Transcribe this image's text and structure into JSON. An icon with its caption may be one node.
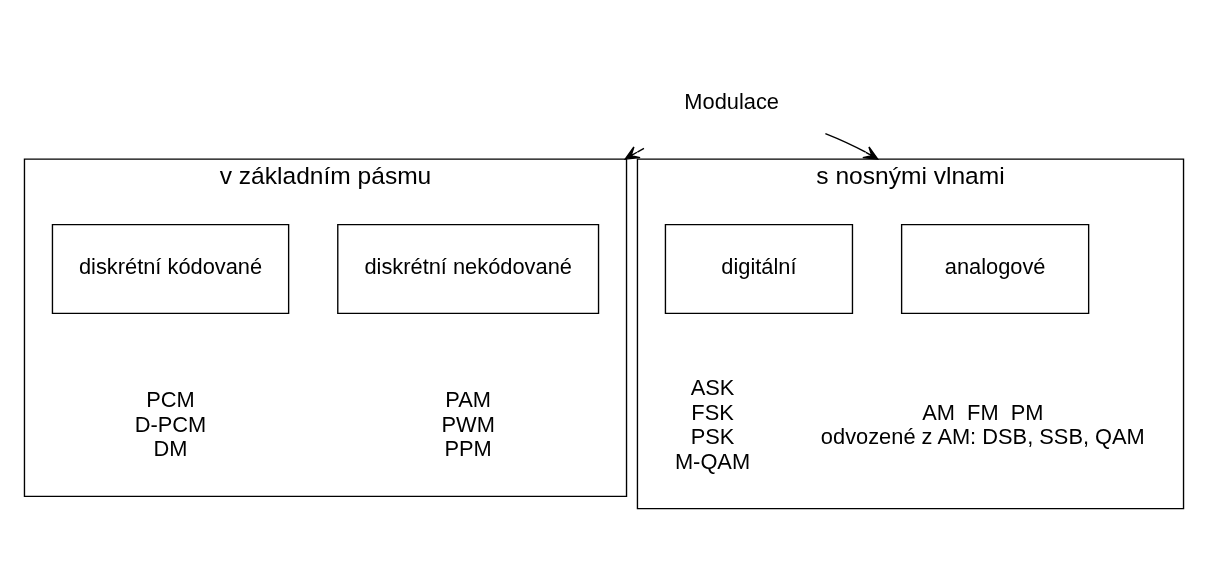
{
  "diagram": {
    "nodes": [
      {
        "text": [
          "Modulace"
        ]
      },
      {
        "text": [
          "v základním pásmu"
        ]
      },
      {
        "text": [
          "diskrétní nekódované"
        ],
        "in": 1,
        "beside": [
          "PAM",
          "PWM",
          "PPM"
        ]
      },
      {
        "text": [
          "diskrétní kódované"
        ],
        "in": 1,
        "beside": [
          "PCM",
          "D-PCM",
          "DM"
        ]
      },
      {
        "text": [
          "s nosnými vlnami"
        ]
      },
      {
        "text": [
          "analogové"
        ],
        "in": 4,
        "beside": [
          "AM  FM  PM",
          "odvozené z AM: DSB, SSB, QAM"
        ]
      },
      {
        "text": [
          "digitální"
        ],
        "in": 4,
        "beside": [
          "ASK",
          "FSK",
          "PSK",
          "M-QAM"
        ]
      }
    ],
    "edges": [
      {
        "from": 0,
        "to": 1,
        "arrow": "to"
      },
      {
        "from": 0,
        "to": 4,
        "arrow": "to"
      }
    ]
  }
}
